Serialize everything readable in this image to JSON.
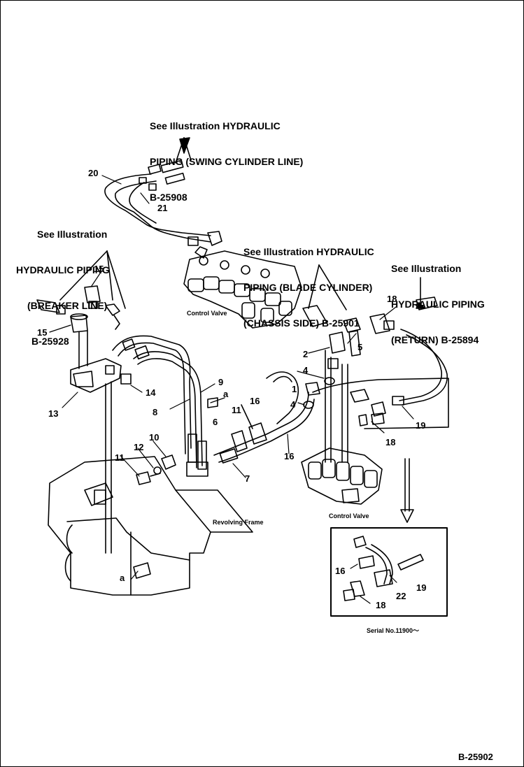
{
  "drawing_number": "B-25902",
  "references": {
    "swing": {
      "line1": "See Illustration HYDRAULIC",
      "line2": "PIPING (SWING CYLINDER LINE)",
      "line3": "B-25908"
    },
    "breaker": {
      "line1": "See Illustration",
      "line2": "HYDRAULIC PIPING",
      "line3": "(BREAKER LINE)",
      "line4": "B-25928"
    },
    "blade": {
      "line1": "See Illustration HYDRAULIC",
      "line2": "PIPING (BLADE CYLINDER)",
      "line3": "(CHASSIS SIDE) B-25901"
    },
    "return": {
      "line1": "See Illustration",
      "line2": "HYDRAULIC PIPING",
      "line3": "(RETURN) B-25894"
    }
  },
  "captions": {
    "control_valve_1": "Control Valve",
    "control_valve_2": "Control Valve",
    "revolving_frame": "Revolving Frame",
    "serial": "Serial No.11900～"
  },
  "part_numbers": {
    "p20": "20",
    "p21": "21",
    "p15a": "15",
    "p15b": "15",
    "p13": "13",
    "p14": "14",
    "p11a": "11",
    "p12": "12",
    "p10": "10",
    "p8": "8",
    "p9": "9",
    "p6": "6",
    "p7": "7",
    "p11b": "11",
    "p16a": "16",
    "p16b": "16",
    "p1": "1",
    "p4a": "4",
    "p4b": "4",
    "p2": "2",
    "p5": "5",
    "p18a": "18",
    "p18b": "18",
    "p19a": "19",
    "p19b": "19",
    "p16c": "16",
    "p22": "22",
    "p18c": "18",
    "pa1": "a",
    "pa2": "a"
  }
}
